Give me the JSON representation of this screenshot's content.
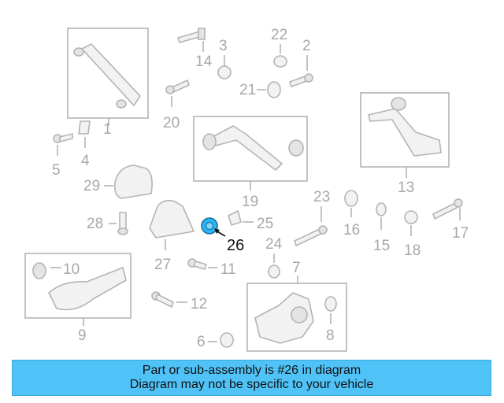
{
  "diagram": {
    "labels": {
      "p1": "1",
      "p2": "2",
      "p3": "3",
      "p4": "4",
      "p5": "5",
      "p6": "6",
      "p7": "7",
      "p8": "8",
      "p9": "9",
      "p10": "10",
      "p11": "11",
      "p12": "12",
      "p13": "13",
      "p14": "14",
      "p15": "15",
      "p16": "16",
      "p17": "17",
      "p18": "18",
      "p19": "19",
      "p20": "20",
      "p21": "21",
      "p22": "22",
      "p23": "23",
      "p24": "24",
      "p25": "25",
      "p26": "26",
      "p27": "27",
      "p28": "28",
      "p29": "29"
    },
    "highlight_part": "26",
    "highlight_color": "#29b6f6"
  },
  "banner": {
    "line1": "Part or sub-assembly is #26 in diagram",
    "line2": "Diagram may not be specific to your vehicle",
    "background": "#4fc3f7"
  }
}
